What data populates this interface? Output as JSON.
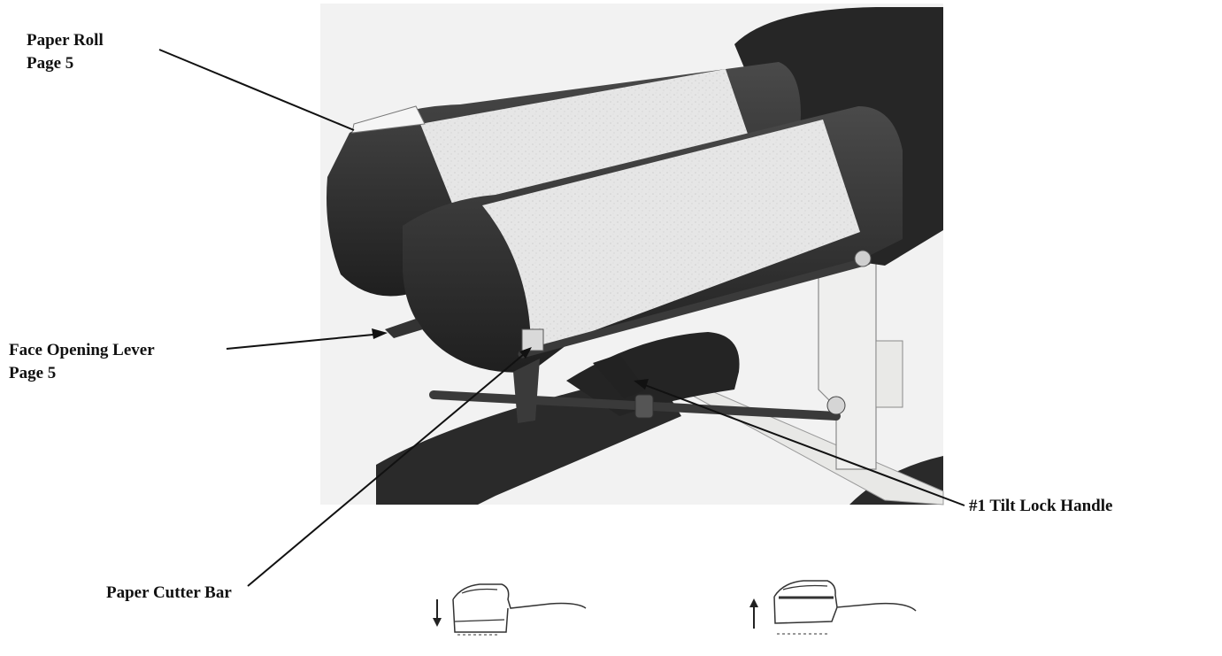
{
  "labels": {
    "paper_roll": {
      "line1": "Paper Roll",
      "line2": "Page 5"
    },
    "face_opening_lever": {
      "line1": "Face Opening Lever",
      "line2": "Page 5"
    },
    "paper_cutter_bar": "Paper Cutter Bar",
    "tilt_lock_handle": "#1 Tilt Lock Handle"
  },
  "indicators": {
    "left_arrow": "down-arrow-icon",
    "right_arrow": "up-arrow-icon"
  },
  "colors": {
    "upholstery": "#2b2b2b",
    "paper": "#e4e4e4",
    "frame": "#efefee",
    "background": "#ffffff"
  }
}
